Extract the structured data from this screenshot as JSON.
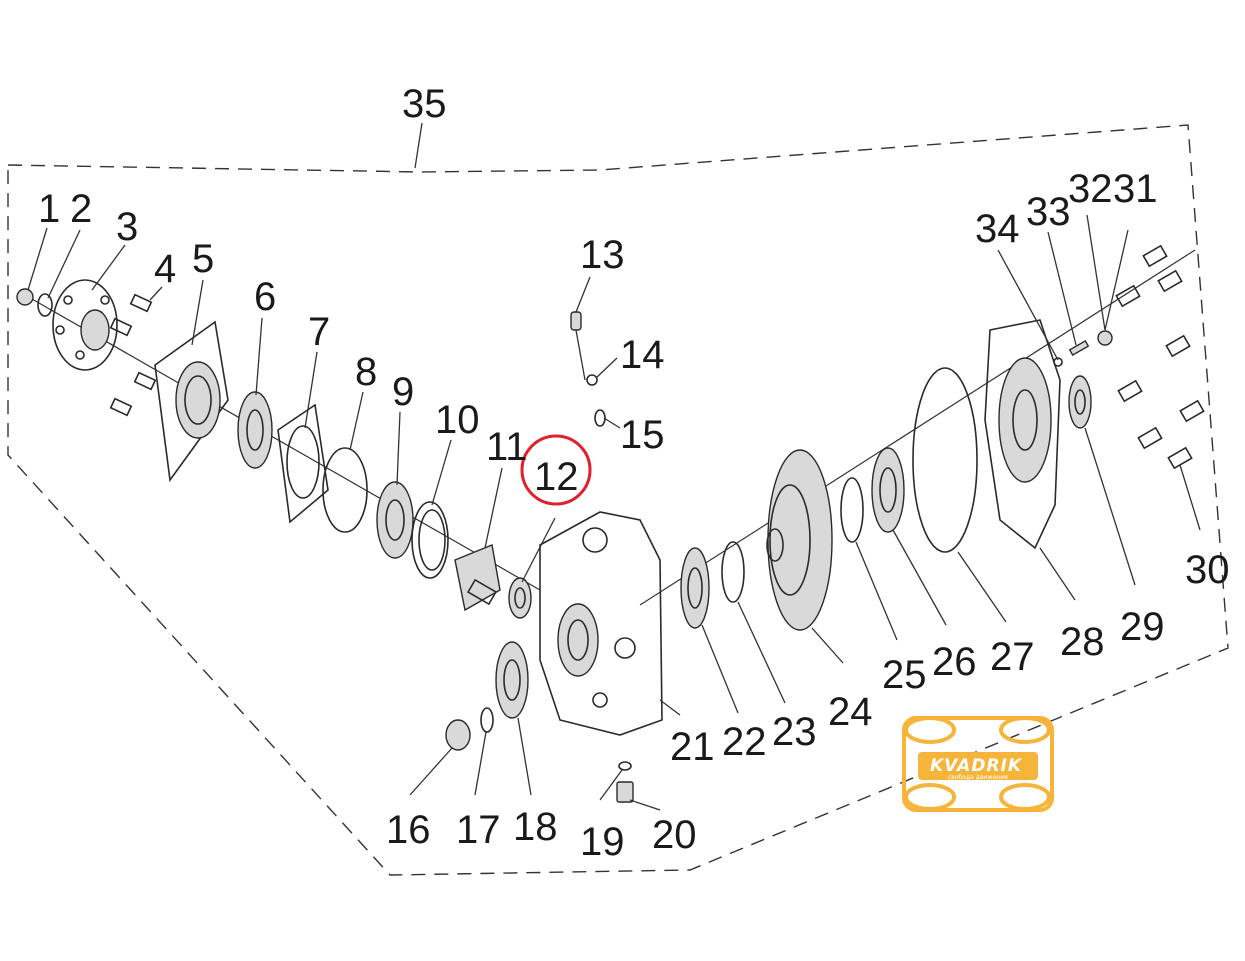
{
  "labels": [
    "1",
    "2",
    "3",
    "4",
    "5",
    "6",
    "7",
    "8",
    "9",
    "10",
    "11",
    "12",
    "13",
    "14",
    "15",
    "16",
    "17",
    "18",
    "19",
    "20",
    "21",
    "22",
    "23",
    "24",
    "25",
    "26",
    "27",
    "28",
    "29",
    "30",
    "31",
    "32",
    "33",
    "34",
    "35"
  ],
  "highlight_label": "12",
  "highlight_color": "#e0202a",
  "logo": {
    "brand": "KVADRIK",
    "tagline": "свобода движения",
    "color": "#f6b53a"
  }
}
